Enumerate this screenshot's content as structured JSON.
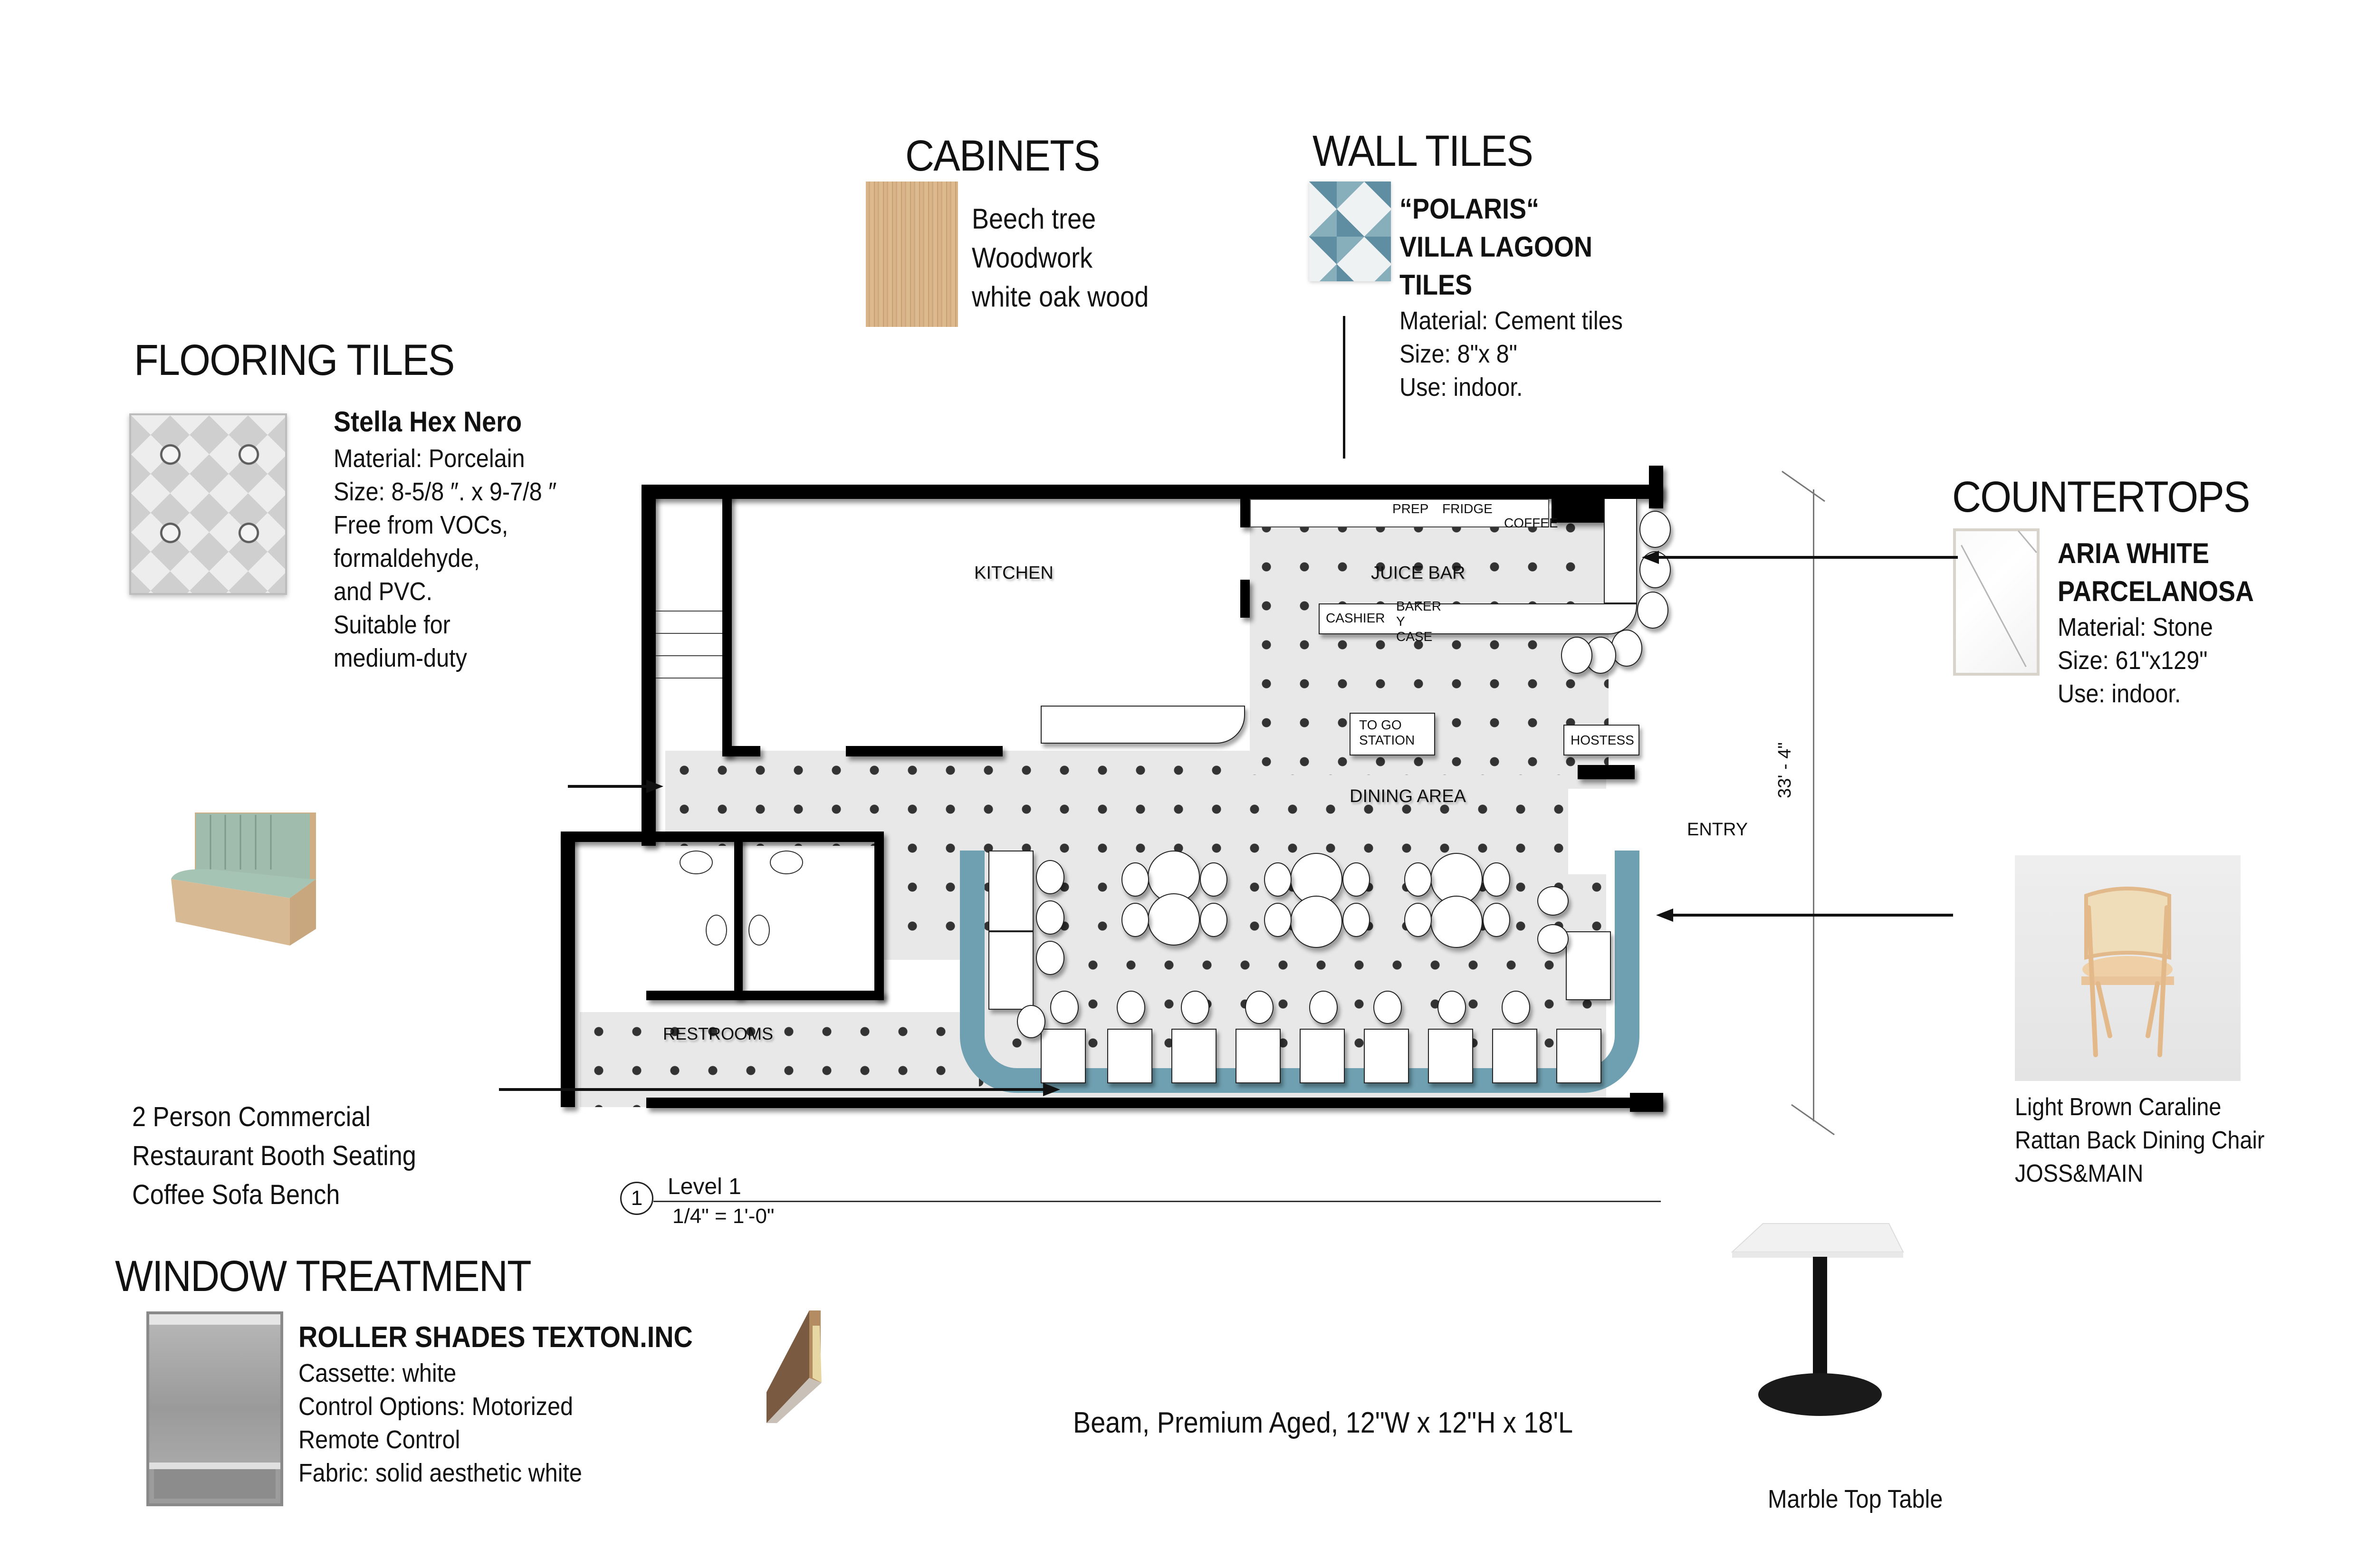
{
  "sheet": {
    "sections": {
      "flooring": {
        "title": "FLOORING TILES",
        "product": "Stella Hex Nero",
        "specs": [
          "Material: Porcelain",
          "Size: 8-5/8 ″. x 9-7/8 ″",
          "Free from  VOCs,",
          "formaldehyde,",
          "and PVC.",
          "Suitable for",
          "medium-duty"
        ],
        "swatch": "porcelain-patterned-tile-grey"
      },
      "cabinets": {
        "title": "CABINETS",
        "specs": [
          "Beech tree",
          "Woodwork",
          "white oak wood"
        ],
        "swatch": "white-oak-wood-grain"
      },
      "wall_tiles": {
        "title": "WALL TILES",
        "product_lines": [
          "“POLARIS“",
          "VILLA LAGOON",
          "TILES"
        ],
        "specs": [
          "Material: Cement tiles",
          "Size:  8\"x 8\"",
          "Use: indoor."
        ],
        "swatch": "blue-geometric-cement-tile"
      },
      "countertops": {
        "title": "COUNTERTOPS",
        "product_lines": [
          "ARIA WHITE",
          "PARCELANOSA"
        ],
        "specs": [
          "Material: Stone",
          "Size:  61\"x129\"",
          "Use: indoor."
        ],
        "swatch": "white-marble-stone"
      },
      "booth": {
        "lines": [
          "2 Person Commercial",
          "Restaurant Booth Seating",
          "Coffee Sofa Bench"
        ],
        "image": "green-upholstered-booth-bench"
      },
      "chair": {
        "lines": [
          "Light Brown Caraline",
          "Rattan Back Dining Chair",
          "JOSS&MAIN"
        ],
        "image": "rattan-back-dining-chair"
      },
      "window_treatment": {
        "title": "WINDOW TREATMENT",
        "product": "ROLLER SHADES TEXTON.INC",
        "specs": [
          "Cassette: white",
          "Control Options:  Motorized",
          "Remote Control",
          "Fabric: solid aesthetic white"
        ],
        "image": "roller-shade-window"
      },
      "beam": {
        "text": "Beam, Premium Aged, 12\"W x 12\"H x 18'L",
        "image": "aged-wood-beam"
      },
      "table": {
        "text": "Marble Top Table",
        "image": "marble-top-pedestal-table"
      }
    },
    "floor_plan": {
      "rooms": {
        "kitchen": "KITCHEN",
        "juice_bar": "JUICE BAR",
        "dining_area": "DINING AREA",
        "restrooms": "RESTROOMS",
        "entry": "ENTRY"
      },
      "fixtures": {
        "prep": "PREP",
        "fridge": "FRIDGE",
        "coffee": "COFFEE",
        "cashier": "CASHIER",
        "bakery_case": "BAKER\nY\nCASE",
        "bakery_line1": "BAKER",
        "bakery_line2": "Y",
        "bakery_line3": "CASE",
        "to_go_line1": "TO GO",
        "to_go_line2": "STATION",
        "hostess": "HOSTESS"
      },
      "dimension": "33' - 4\"",
      "view_title": {
        "number": "1",
        "name": "Level 1",
        "scale": "1/4\" = 1'-0\""
      },
      "colors": {
        "wall": "#000000",
        "floor": "#e8e8e8",
        "banquette": "#6fa0b1",
        "star_tile": "#333333"
      }
    }
  }
}
